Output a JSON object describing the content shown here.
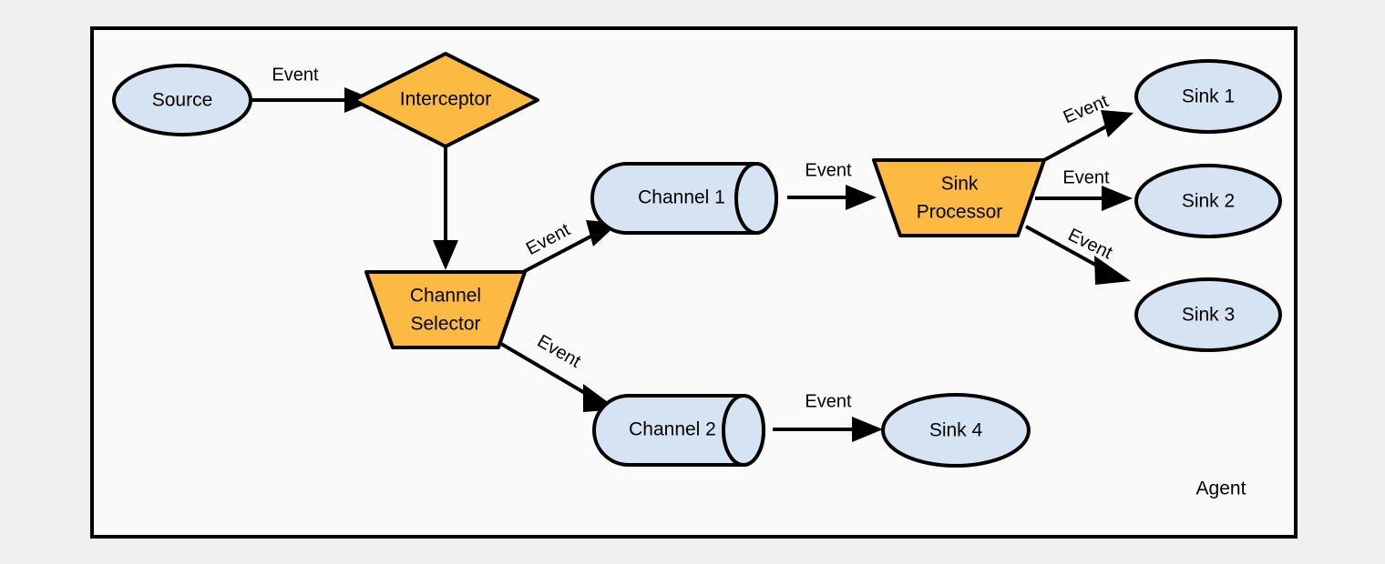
{
  "diagram": {
    "type": "flow-diagram",
    "container": {
      "label": "Agent",
      "fill": "#fafafa",
      "stroke": "#000000"
    },
    "palette": {
      "blue_fill": "#d5e3f2",
      "orange_fill": "#fcba42",
      "stroke": "#000000",
      "page_background": "#f0f0f0"
    },
    "nodes": [
      {
        "id": "source",
        "label": "Source",
        "shape": "ellipse",
        "fill": "#d5e3f2"
      },
      {
        "id": "interceptor",
        "label": "Interceptor",
        "shape": "diamond",
        "fill": "#fcba42"
      },
      {
        "id": "channel_selector",
        "label_line1": "Channel",
        "label_line2": "Selector",
        "shape": "trapezoid-inverted",
        "fill": "#fcba42"
      },
      {
        "id": "channel1",
        "label": "Channel 1",
        "shape": "cylinder",
        "fill": "#d5e3f2"
      },
      {
        "id": "channel2",
        "label": "Channel 2",
        "shape": "cylinder",
        "fill": "#d5e3f2"
      },
      {
        "id": "sink_processor",
        "label_line1": "Sink",
        "label_line2": "Processor",
        "shape": "trapezoid-inverted",
        "fill": "#fcba42"
      },
      {
        "id": "sink1",
        "label": "Sink 1",
        "shape": "ellipse",
        "fill": "#d5e3f2"
      },
      {
        "id": "sink2",
        "label": "Sink 2",
        "shape": "ellipse",
        "fill": "#d5e3f2"
      },
      {
        "id": "sink3",
        "label": "Sink 3",
        "shape": "ellipse",
        "fill": "#d5e3f2"
      },
      {
        "id": "sink4",
        "label": "Sink 4",
        "shape": "ellipse",
        "fill": "#d5e3f2"
      }
    ],
    "edges": [
      {
        "id": "e1",
        "from": "source",
        "to": "interceptor",
        "label": "Event"
      },
      {
        "id": "e2",
        "from": "interceptor",
        "to": "channel_selector",
        "label": ""
      },
      {
        "id": "e3",
        "from": "channel_selector",
        "to": "channel1",
        "label": "Event"
      },
      {
        "id": "e4",
        "from": "channel_selector",
        "to": "channel2",
        "label": "Event"
      },
      {
        "id": "e5",
        "from": "channel1",
        "to": "sink_processor",
        "label": "Event"
      },
      {
        "id": "e6",
        "from": "sink_processor",
        "to": "sink1",
        "label": "Event"
      },
      {
        "id": "e7",
        "from": "sink_processor",
        "to": "sink2",
        "label": "Event"
      },
      {
        "id": "e8",
        "from": "sink_processor",
        "to": "sink3",
        "label": "Event"
      },
      {
        "id": "e9",
        "from": "channel2",
        "to": "sink4",
        "label": "Event"
      }
    ]
  }
}
